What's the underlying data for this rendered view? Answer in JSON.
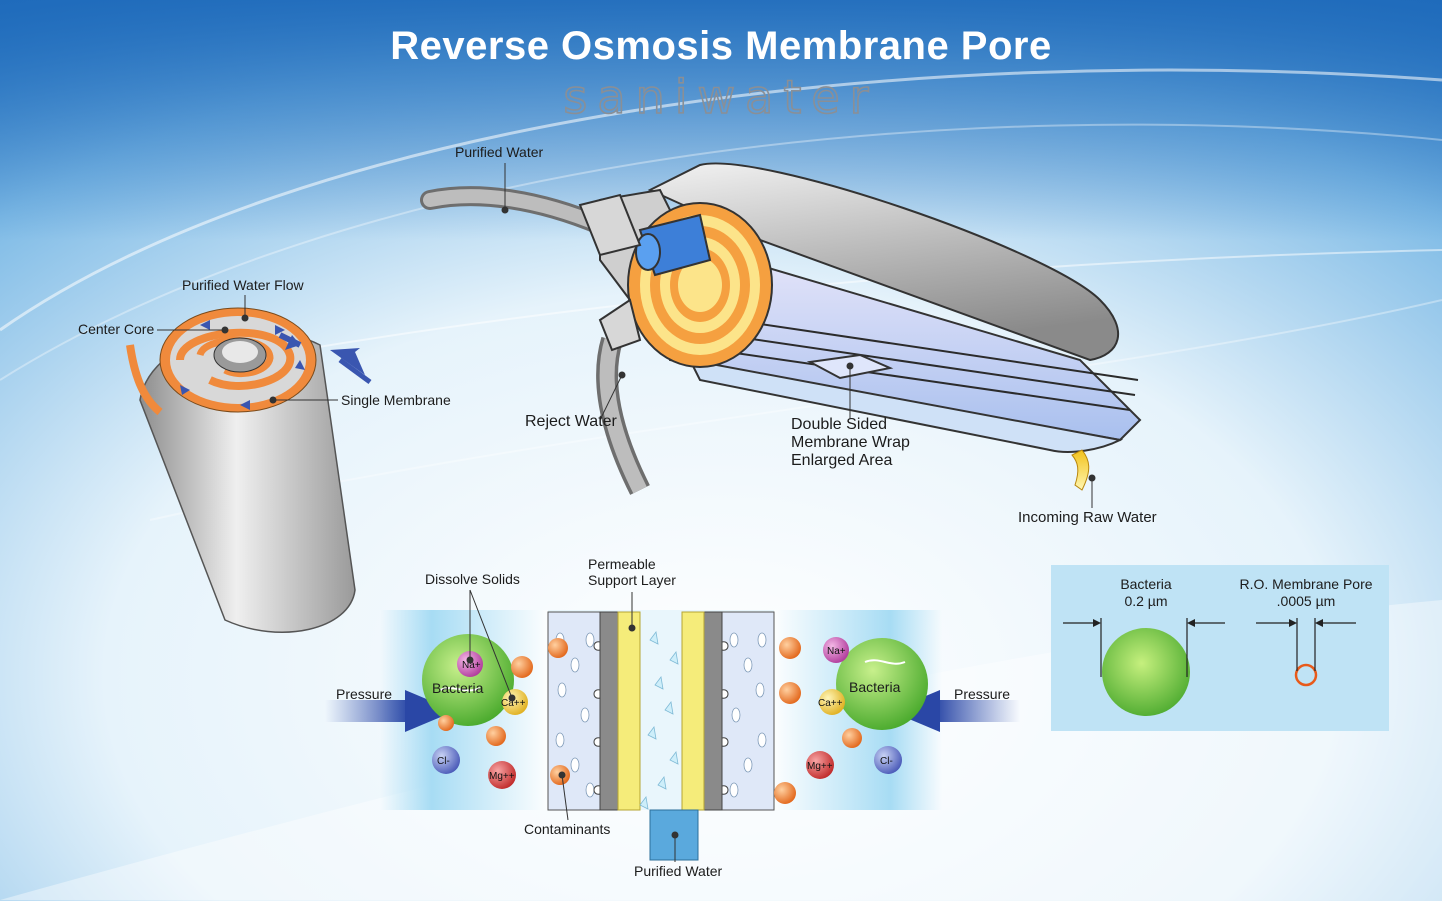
{
  "title": "Reverse Osmosis Membrane Pore",
  "brand": "saniwater",
  "labels": {
    "purified_water_top": "Purified Water",
    "purified_water_flow": "Purified Water Flow",
    "center_core": "Center Core",
    "single_membrane": "Single Membrane",
    "reject_water": "Reject Water",
    "double_sided_l1": "Double Sided",
    "double_sided_l2": "Membrane Wrap",
    "double_sided_l3": "Enlarged Area",
    "incoming_raw_water": "Incoming Raw Water",
    "dissolve_solids": "Dissolve Solids",
    "permeable_l1": "Permeable",
    "permeable_l2": "Support Layer",
    "pressure_left": "Pressure",
    "pressure_right": "Pressure",
    "bacteria_left": "Bacteria",
    "bacteria_right": "Bacteria",
    "contaminants": "Contaminants",
    "purified_water_bottom": "Purified Water"
  },
  "ions": {
    "na": "Na+",
    "ca": "Ca++",
    "cl": "Cl-",
    "mg": "Mg++"
  },
  "comparison": {
    "bacteria_label": "Bacteria",
    "bacteria_size": "0.2 µm",
    "pore_label": "R.O. Membrane Pore",
    "pore_size": ".0005 µm"
  },
  "colors": {
    "sky_top": "#1d72c2",
    "sky_bottom": "#ffffff",
    "membrane_orange": "#f08a3c",
    "flow_blue": "#3a56b0",
    "bacteria_green": "#6cc233",
    "support_yellow": "#f5ec7a",
    "callout_bg": "#bfe3f5"
  }
}
